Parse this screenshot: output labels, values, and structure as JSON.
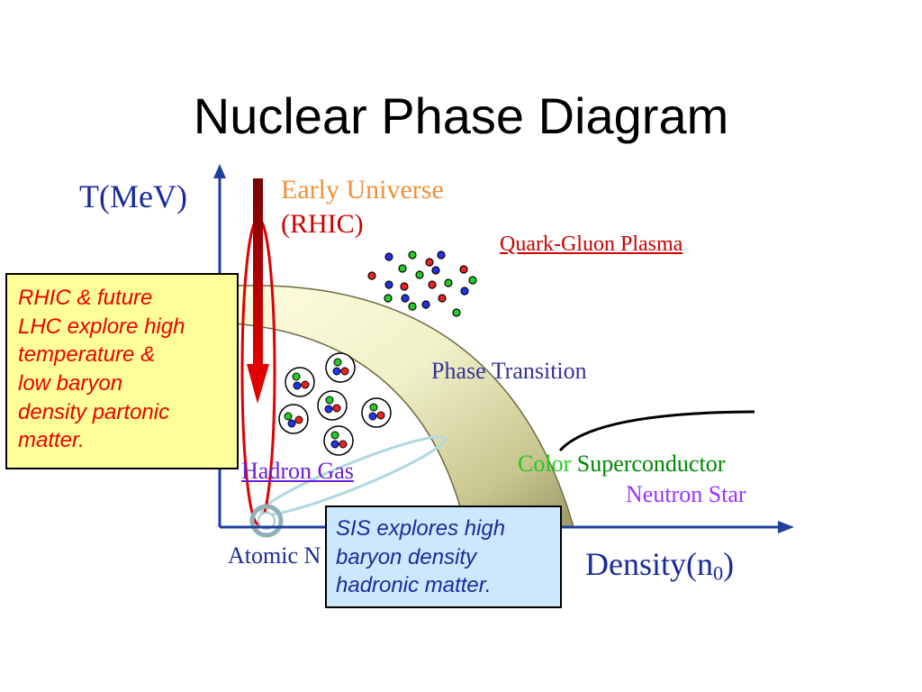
{
  "title": "Nuclear Phase Diagram",
  "axes": {
    "y_label": "T(MeV)",
    "x_label": "Density(n",
    "x_label_sub": "0",
    "x_label_close": ")"
  },
  "labels": {
    "early_universe": "Early Universe",
    "rhic": "(RHIC)",
    "quark_gluon_plasma": "Quark-Gluon Plasma",
    "phase_transition": "Phase Transition",
    "hadron_gas": "Hadron Gas",
    "color_word": "Color",
    "superconductor_word": "Superconductor",
    "neutron_star": "Neutron Star",
    "atomic_partial": "Atomic N"
  },
  "callouts": {
    "rhic_lines": [
      "RHIC & future",
      "LHC explore high",
      "temperature &",
      "low baryon",
      "density partonic",
      "matter."
    ],
    "sis_lines": [
      "SIS explores high",
      "baryon density",
      "hadronic matter."
    ]
  },
  "colors": {
    "axis": "#1f3fa0",
    "axis_label": "#1a2b9a",
    "early_universe": "#f0913a",
    "rhic": "#cc0000",
    "qgp": "#cc0000",
    "phase_transition": "#333399",
    "hadron_gas": "#6a1fd6",
    "color_word": "#22cc22",
    "superconductor": "#008800",
    "neutron_star": "#9933ff",
    "callout_text_rhic": "#ee0000",
    "callout_text_sis": "#1a2b9a",
    "rhic_box_bg": "#ffff99",
    "sis_box_bg": "#cce8ff"
  }
}
